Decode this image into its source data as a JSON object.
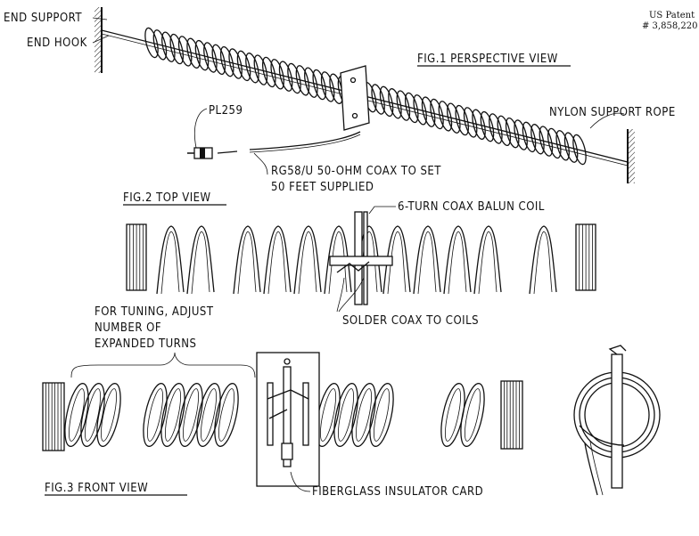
{
  "patent": {
    "line1": "US Patent",
    "line2": "# 3,858,220"
  },
  "fig1": {
    "title": "FIG.1 PERSPECTIVE VIEW",
    "end_support": "END SUPPORT",
    "end_hook": "END HOOK",
    "nylon_rope": "NYLON SUPPORT ROPE",
    "connector": "PL259",
    "coax_line1": "RG58/U 50-OHM COAX TO SET",
    "coax_line2": "50 FEET SUPPLIED"
  },
  "fig2": {
    "title": "FIG.2 TOP VIEW",
    "balun": "6-TURN COAX BALUN COIL",
    "solder": "SOLDER COAX TO COILS"
  },
  "fig3": {
    "title": "FIG.3 FRONT VIEW",
    "tuning_line1": "FOR TUNING, ADJUST",
    "tuning_line2": "NUMBER OF",
    "tuning_line3": "EXPANDED TURNS",
    "insulator": "FIBERGLASS INSULATOR CARD"
  }
}
